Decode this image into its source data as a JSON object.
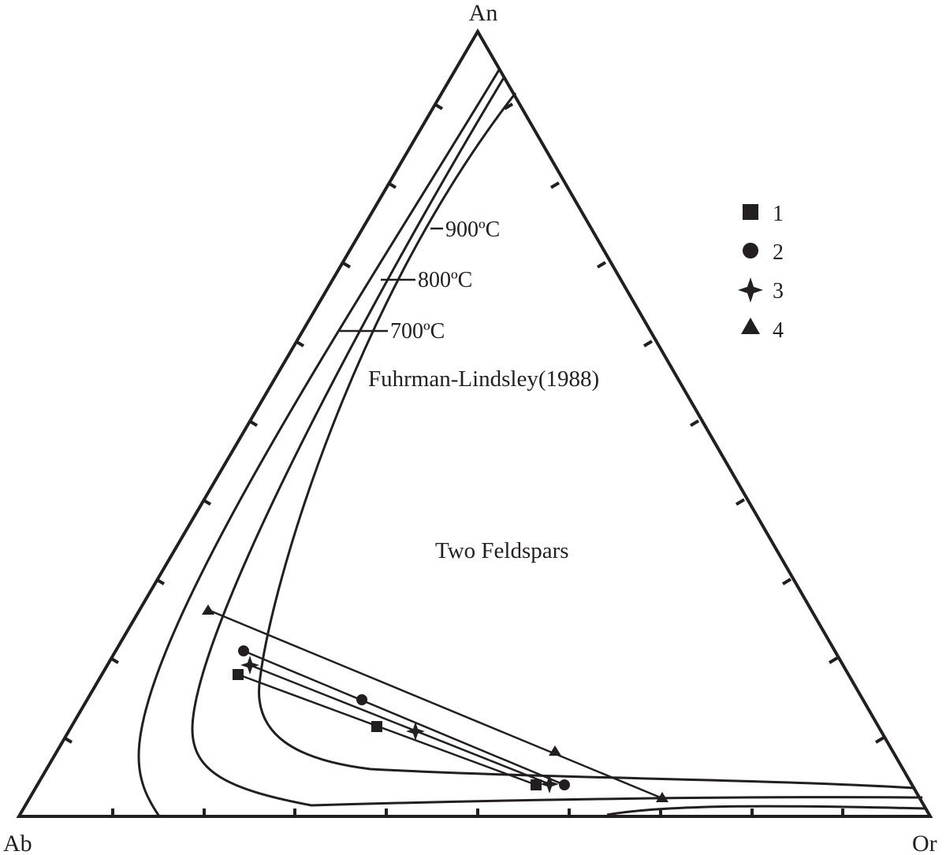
{
  "vertices": {
    "top": "An",
    "left": "Ab",
    "right": "Or"
  },
  "isotherms": [
    {
      "label": "900ºC"
    },
    {
      "label": "800ºC"
    },
    {
      "label": "700ºC"
    }
  ],
  "model_label": "Fuhrman-Lindsley(1988)",
  "field_label": "Two Feldspars",
  "legend": [
    {
      "label": "1",
      "marker": "square"
    },
    {
      "label": "2",
      "marker": "circle"
    },
    {
      "label": "3",
      "marker": "star"
    },
    {
      "label": "4",
      "marker": "triangle"
    }
  ],
  "colors": {
    "ink": "#231f20",
    "background": "#ffffff"
  }
}
